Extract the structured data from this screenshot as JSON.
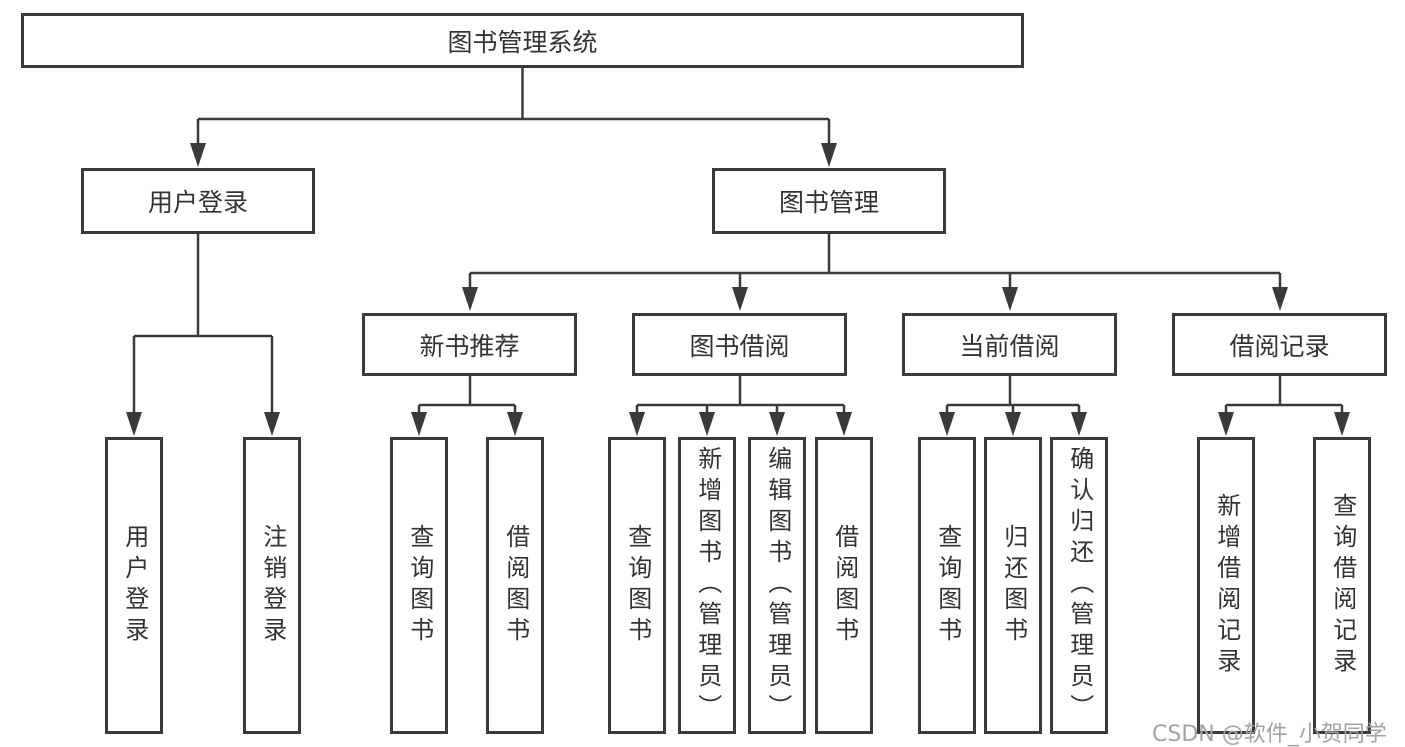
{
  "watermark": "CSDN @软件_小贺同学",
  "colors": {
    "box_border": "#3a3a3a",
    "connector_line": "#3a3a3a",
    "text": "#333333",
    "watermark_text": "#a3a3a3",
    "box_fill": "#ffffff",
    "background": "#ffffff"
  },
  "tree": {
    "root": {
      "label": "图书管理系统"
    },
    "branches": [
      {
        "label": "用户登录",
        "leaves": [
          "用户登录",
          "注销登录"
        ]
      },
      {
        "label": "图书管理",
        "groups": [
          {
            "label": "新书推荐",
            "leaves": [
              "查询图书",
              "借阅图书"
            ]
          },
          {
            "label": "图书借阅",
            "leaves": [
              "查询图书",
              "新增图书（管理员）",
              "编辑图书（管理员）",
              "借阅图书"
            ]
          },
          {
            "label": "当前借阅",
            "leaves": [
              "查询图书",
              "归还图书",
              "确认归还（管理员）"
            ]
          },
          {
            "label": "借阅记录",
            "leaves": [
              "新增借阅记录",
              "查询借阅记录"
            ]
          }
        ]
      }
    ]
  }
}
